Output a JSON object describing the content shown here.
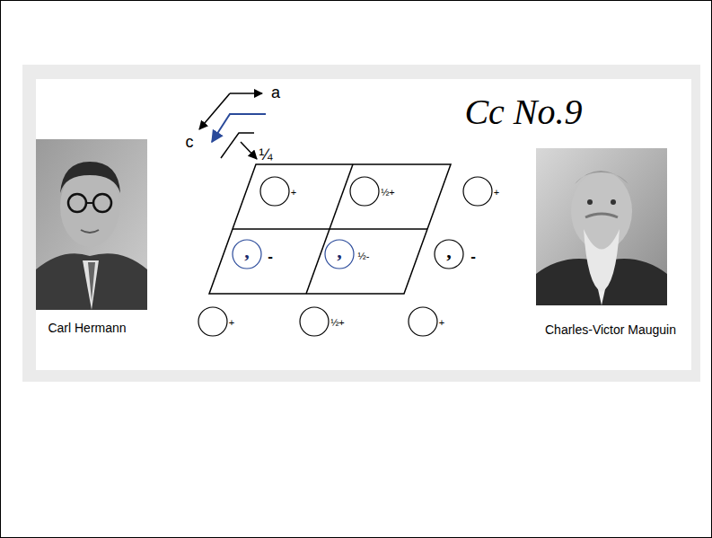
{
  "diagram": {
    "title": "Cc No.9",
    "labels": [
      "a",
      "c",
      "¼",
      "+",
      "½+",
      "+",
      ",",
      "-",
      ",",
      "½-",
      ",",
      "-",
      "+",
      "½+",
      "+",
      "Carl Hermann",
      "Charles-Victor Mauguin"
    ]
  }
}
